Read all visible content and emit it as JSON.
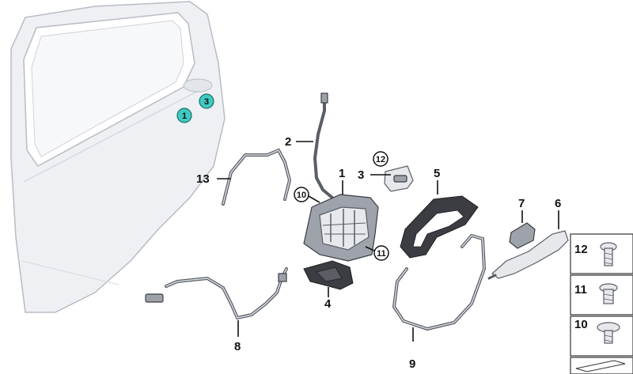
{
  "door_markers": [
    {
      "number": "1",
      "color": "#3fc9c0"
    },
    {
      "number": "3",
      "color": "#3fc9c0"
    }
  ],
  "callouts": {
    "handle_carrier_1": "1",
    "wire_2": "2",
    "striker_3": "3",
    "bracket_4": "4",
    "carrier_5": "5",
    "handle_6": "6",
    "cap_7": "7",
    "cable_8": "8",
    "cable_9": "9",
    "cable_13": "13",
    "circ_10": "10",
    "circ_11": "11",
    "circ_12": "12"
  },
  "hardware_panel": [
    {
      "number": "12",
      "icon": "screw-long-icon"
    },
    {
      "number": "11",
      "icon": "screw-short-icon"
    },
    {
      "number": "10",
      "icon": "screw-torx-icon"
    }
  ],
  "colors": {
    "marker": "#3fc9c0",
    "door_fill": "#eef0f3",
    "door_stroke": "#b8bcc4"
  }
}
